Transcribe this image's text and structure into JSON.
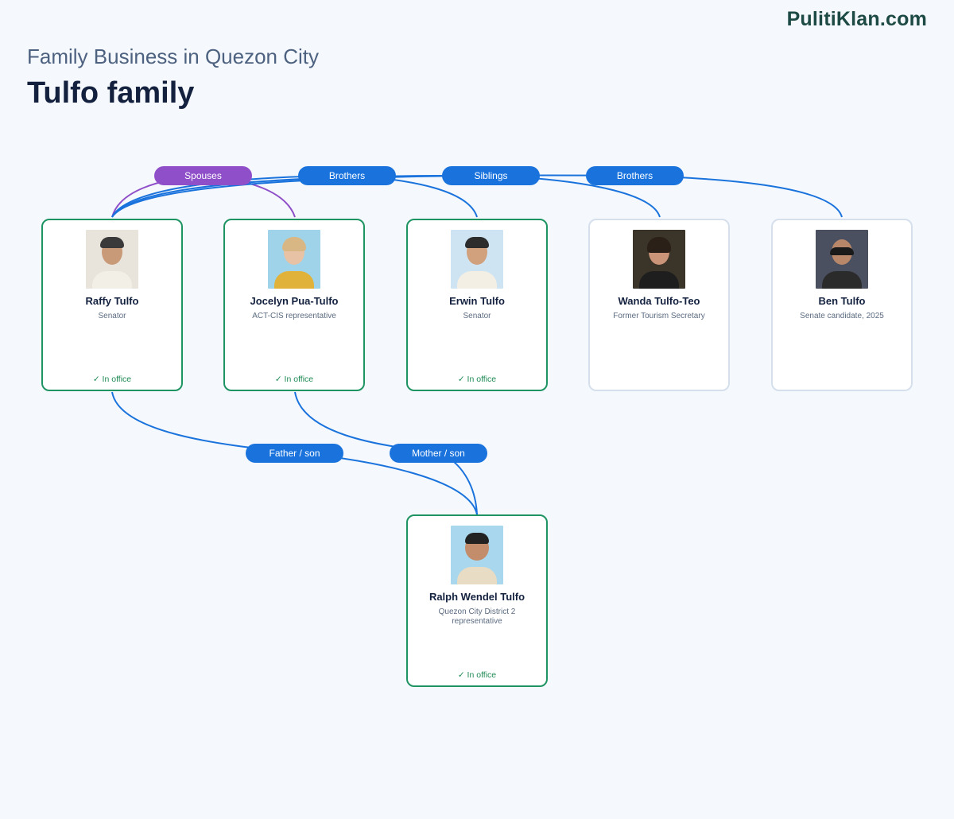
{
  "brand": "PulitiKlan.com",
  "subtitle": "Family Business in Quezon City",
  "title": "Tulfo family",
  "relations": [
    {
      "label": "Spouses",
      "color": "#8f4fc9"
    },
    {
      "label": "Brothers",
      "color": "#1a73dd"
    },
    {
      "label": "Siblings",
      "color": "#1a73dd"
    },
    {
      "label": "Brothers",
      "color": "#1a73dd"
    },
    {
      "label": "Father / son",
      "color": "#1a73dd"
    },
    {
      "label": "Mother / son",
      "color": "#1a73dd"
    }
  ],
  "people": [
    {
      "name": "Raffy Tulfo",
      "role": "Senator",
      "status": "✓ In office"
    },
    {
      "name": "Jocelyn Pua-Tulfo",
      "role": "ACT-CIS representative",
      "status": "✓ In office"
    },
    {
      "name": "Erwin Tulfo",
      "role": "Senator",
      "status": "✓ In office"
    },
    {
      "name": "Wanda Tulfo-Teo",
      "role": "Former Tourism Secretary",
      "status": ""
    },
    {
      "name": "Ben Tulfo",
      "role": "Senate candidate, 2025",
      "status": ""
    },
    {
      "name": "Ralph Wendel Tulfo",
      "role": "Quezon City District 2 representative",
      "status": "✓ In office"
    }
  ]
}
